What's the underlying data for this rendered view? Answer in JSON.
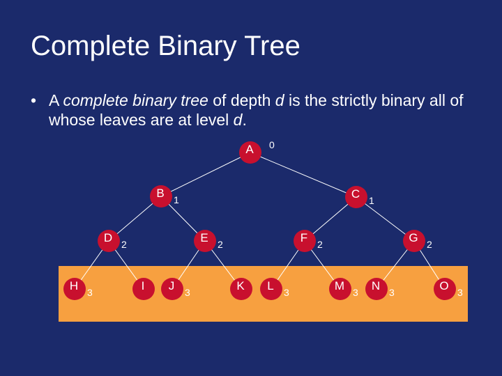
{
  "slide": {
    "title": "Complete Binary Tree",
    "bullet": {
      "prefix": "A ",
      "term": "complete binary tree",
      "mid1": " of depth ",
      "var1": "d",
      "mid2": " is the strictly binary all of whose leaves are at level ",
      "var2": "d",
      "suffix": "."
    }
  },
  "tree": {
    "nodes": [
      {
        "id": "A",
        "label": "A",
        "level": "0"
      },
      {
        "id": "B",
        "label": "B",
        "level": "1"
      },
      {
        "id": "C",
        "label": "C",
        "level": "1"
      },
      {
        "id": "D",
        "label": "D",
        "level": "2"
      },
      {
        "id": "E",
        "label": "E",
        "level": "2"
      },
      {
        "id": "F",
        "label": "F",
        "level": "2"
      },
      {
        "id": "G",
        "label": "G",
        "level": "2"
      },
      {
        "id": "H",
        "label": "H",
        "level": "3"
      },
      {
        "id": "I",
        "label": "I",
        "level": ""
      },
      {
        "id": "J",
        "label": "J",
        "level": "3"
      },
      {
        "id": "K",
        "label": "K",
        "level": ""
      },
      {
        "id": "L",
        "label": "L",
        "level": "3"
      },
      {
        "id": "M",
        "label": "M",
        "level": "3"
      },
      {
        "id": "N",
        "label": "N",
        "level": "3"
      },
      {
        "id": "O",
        "label": "O",
        "level": "3"
      }
    ],
    "edges": [
      [
        "A",
        "B"
      ],
      [
        "A",
        "C"
      ],
      [
        "B",
        "D"
      ],
      [
        "B",
        "E"
      ],
      [
        "C",
        "F"
      ],
      [
        "C",
        "G"
      ],
      [
        "D",
        "H"
      ],
      [
        "D",
        "I"
      ],
      [
        "E",
        "J"
      ],
      [
        "E",
        "K"
      ],
      [
        "F",
        "L"
      ],
      [
        "F",
        "M"
      ],
      [
        "G",
        "N"
      ],
      [
        "G",
        "O"
      ]
    ],
    "colors": {
      "node_fill": "#c8102e",
      "edge": "#ffffff",
      "leaf_band": "#f7a040"
    }
  }
}
